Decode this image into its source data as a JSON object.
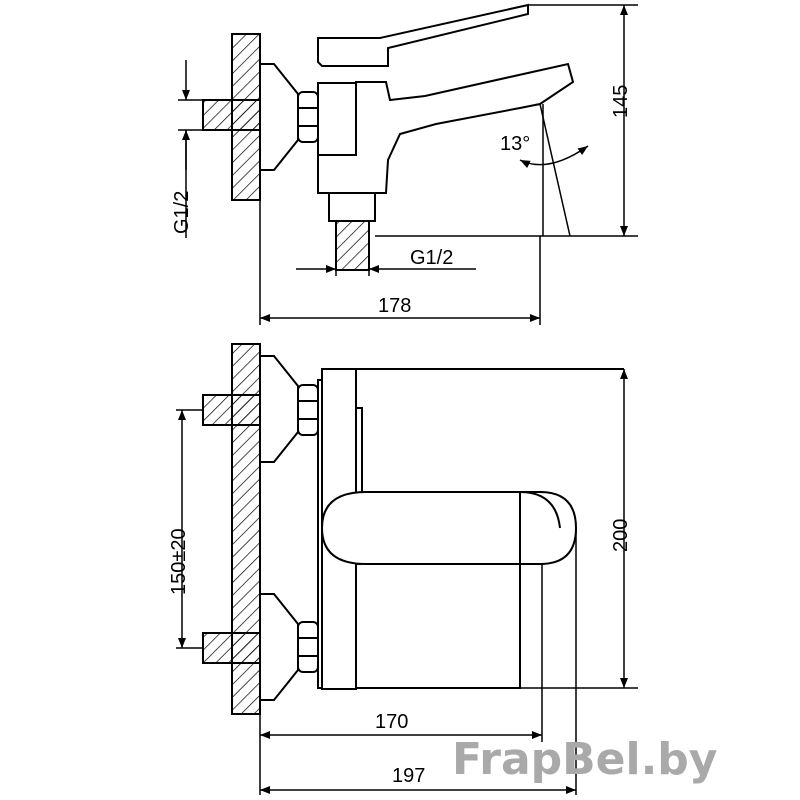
{
  "dimensions": {
    "height_top": "145",
    "thread_vertical": "G1/2",
    "thread_horizontal": "G1/2",
    "angle": "13°",
    "depth_top": "178",
    "height_front": "200",
    "centers": "150±20",
    "depth_170": "170",
    "depth_197": "197"
  },
  "watermark": "FrapBel.by",
  "colors": {
    "line": "#000000",
    "watermark": "#a9a9a9",
    "background": "#ffffff"
  }
}
